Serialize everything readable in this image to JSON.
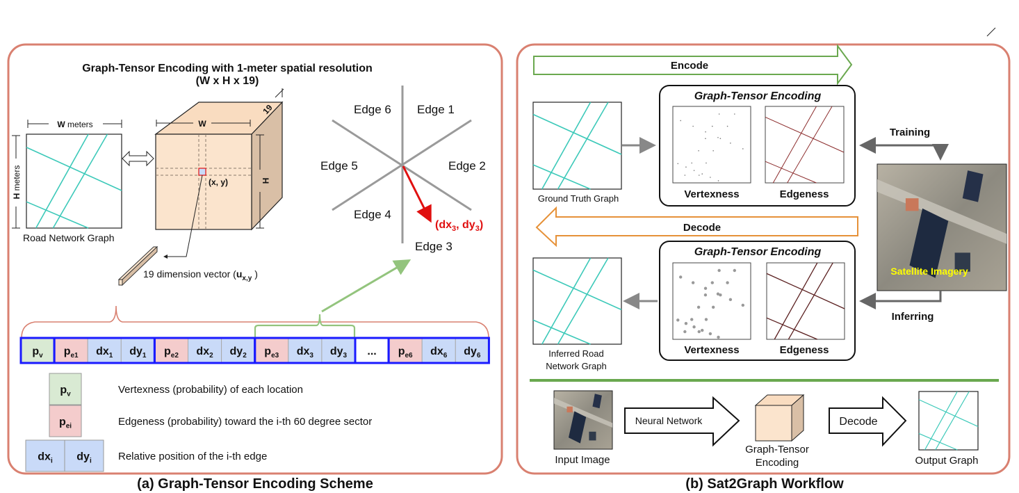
{
  "colors": {
    "panel_border": "#d98070",
    "road": "#3cc9b9",
    "encode": "#6aa84f",
    "decode": "#e69138",
    "group_border": "#1a1aff",
    "vertex_cell": "#d9ead3",
    "edge_cell": "#f4cccc",
    "offset_cell": "#c9daf8",
    "vector_arrow": "#e01010",
    "satellite_label": "#ffff00"
  },
  "left": {
    "title": "Graph-Tensor Encoding with 1-meter spatial resolution",
    "subtitle": "(W x H x 19)",
    "w_meters_bold": "W",
    "w_meters": " meters",
    "h_meters_bold": "H",
    "h_meters": " meters",
    "road_graph_label": "Road Network Graph",
    "cube_w": "W",
    "cube_h": "H",
    "cube_depth": "19",
    "xy_label": "(x, y)",
    "vector_label": "19 dimension vector (",
    "vector_label_u": "u",
    "vector_label_sub": "x,y",
    "vector_label_end": " )",
    "edges": [
      "Edge 1",
      "Edge 2",
      "Edge 3",
      "Edge 4",
      "Edge 5",
      "Edge 6"
    ],
    "edge3_vector": {
      "a": "(dx",
      "s1": "3",
      "b": ", dy",
      "s2": "3",
      "c": ")"
    },
    "cells": [
      {
        "m": "p",
        "s": "v",
        "k": "vertex"
      },
      {
        "m": "p",
        "s": "e1",
        "k": "edge"
      },
      {
        "m": "dx",
        "s": "1",
        "k": "offset"
      },
      {
        "m": "dy",
        "s": "1",
        "k": "offset"
      },
      {
        "m": "p",
        "s": "e2",
        "k": "edge"
      },
      {
        "m": "dx",
        "s": "2",
        "k": "offset"
      },
      {
        "m": "dy",
        "s": "2",
        "k": "offset"
      },
      {
        "m": "p",
        "s": "e3",
        "k": "edge"
      },
      {
        "m": "dx",
        "s": "3",
        "k": "offset"
      },
      {
        "m": "dy",
        "s": "3",
        "k": "offset"
      },
      {
        "m": "...",
        "s": "",
        "k": "blank"
      },
      {
        "m": "p",
        "s": "e6",
        "k": "edge"
      },
      {
        "m": "dx",
        "s": "6",
        "k": "offset"
      },
      {
        "m": "dy",
        "s": "6",
        "k": "offset"
      }
    ],
    "legend": [
      {
        "cells": [
          {
            "m": "p",
            "s": "v",
            "k": "vertex"
          }
        ],
        "text": "Vertexness (probability) of each location"
      },
      {
        "cells": [
          {
            "m": "p",
            "s": "ei",
            "k": "edge"
          }
        ],
        "text": "Edgeness (probability) toward the i-th 60 degree sector"
      },
      {
        "cells": [
          {
            "m": "dx",
            "s": "i",
            "k": "offset"
          },
          {
            "m": "dy",
            "s": "i",
            "k": "offset"
          }
        ],
        "text": "Relative position of the i-th edge"
      }
    ],
    "caption": "(a) Graph-Tensor Encoding Scheme"
  },
  "right": {
    "encode": "Encode",
    "decode": "Decode",
    "gte_title": "Graph-Tensor Encoding",
    "vertexness": "Vertexness",
    "edgeness": "Edgeness",
    "ground_truth": "Ground Truth Graph",
    "inferred_1": "Inferred Road",
    "inferred_2": "Network Graph",
    "training": "Training",
    "inferring": "Inferring",
    "satellite": "Satellite Imagery",
    "input_image": "Input Image",
    "neural_network": "Neural Network",
    "gte_1": "Graph-Tensor",
    "gte_2": "Encoding",
    "decode_step": "Decode",
    "output_graph": "Output Graph",
    "caption": "(b) Sat2Graph Workflow"
  }
}
